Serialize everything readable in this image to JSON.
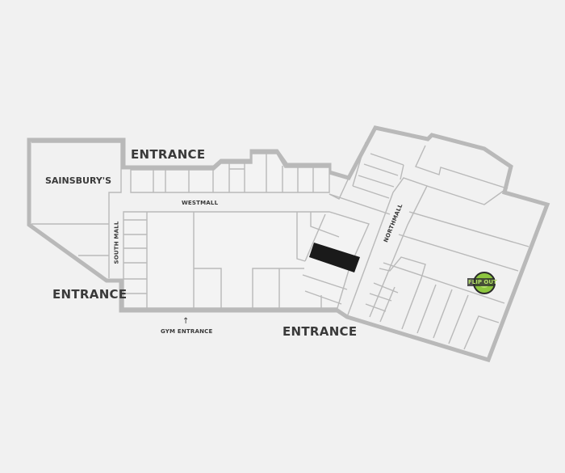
{
  "labels": {
    "sainsburys": "SAINSBURY'S",
    "entrance_top": "ENTRANCE",
    "entrance_left": "ENTRANCE",
    "entrance_bottom": "ENTRANCE",
    "west_mall": "WESTMALL",
    "south_mall": "SOUTH MALL",
    "north_mall": "NORTHMALL",
    "gym_entrance": "GYM ENTRANCE",
    "gym_arrow": "↑"
  },
  "logo": {
    "text": "FLIP OUT",
    "color": "#8dc63f"
  },
  "colors": {
    "wall": "#b9b9b9",
    "highlight": "#1a1a1a",
    "background": "#f1f1f1"
  }
}
